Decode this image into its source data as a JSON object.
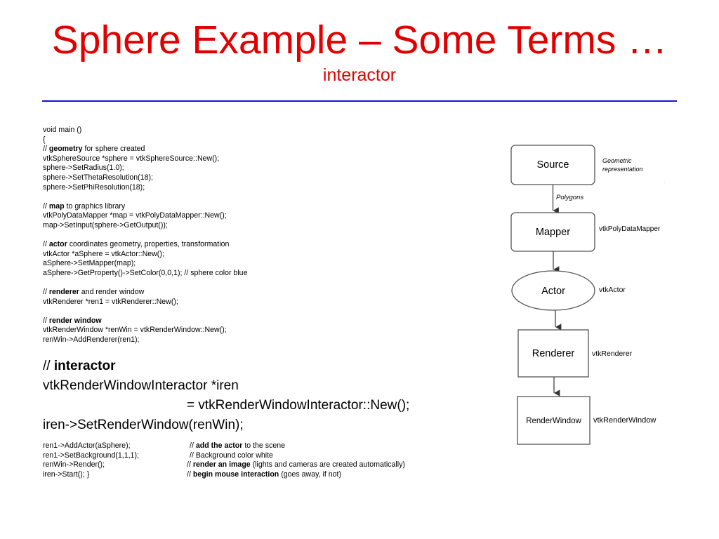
{
  "title": "Sphere Example – Some Terms …",
  "subtitle": "interactor",
  "colors": {
    "title": "#e00000",
    "rule": "#1414c8"
  },
  "code": {
    "block1": [
      "void main ()",
      "{"
    ],
    "geometry_prefix": "// ",
    "geometry_bold": "geometry",
    "geometry_rest": " for sphere created",
    "block2": [
      "vtkSphereSource *sphere = vtkSphereSource::New();",
      "sphere->SetRadius(1.0);",
      "sphere->SetThetaResolution(18);",
      "sphere->SetPhiResolution(18);"
    ],
    "map_prefix": "// ",
    "map_bold": "map",
    "map_rest": " to graphics library",
    "block3": [
      "vtkPolyDataMapper *map = vtkPolyDataMapper::New();",
      "map->SetInput(sphere->GetOutput());"
    ],
    "actor_prefix": "// ",
    "actor_bold": "actor",
    "actor_rest": " coordinates geometry, properties, transformation",
    "block4": [
      "vtkActor *aSphere = vtkActor::New();",
      "aSphere->SetMapper(map);",
      "aSphere->GetProperty()->SetColor(0,0,1); // sphere color blue"
    ],
    "renderer_prefix": "// ",
    "renderer_bold": "renderer",
    "renderer_rest": " and render window",
    "block5": [
      "vtkRenderer *ren1 = vtkRenderer::New();"
    ],
    "window_prefix": "// ",
    "window_bold": "render window",
    "block6": [
      "vtkRenderWindow *renWin = vtkRenderWindow::New();",
      "renWin->AddRenderer(ren1);"
    ]
  },
  "big": {
    "prefix": "// ",
    "bold": "interactor",
    "line1": "vtkRenderWindowInteractor *iren",
    "line2": "= vtkRenderWindowInteractor::New();",
    "line3": "iren->SetRenderWindow(renWin);"
  },
  "tail": [
    {
      "code": "ren1->AddActor(aSphere);",
      "prefix": "// ",
      "bold": "add the actor",
      "rest": " to the scene"
    },
    {
      "code": "ren1->SetBackground(1,1,1);",
      "prefix": "// Background color white",
      "bold": "",
      "rest": ""
    },
    {
      "code": "renWin->Render();",
      "prefix": "// ",
      "bold": "render an image",
      "rest": " (lights and cameras are created automatically)"
    },
    {
      "code": "iren->Start(); }",
      "prefix": "// ",
      "bold": "begin mouse interaction",
      "rest": " (goes away, if not)"
    }
  ],
  "diagram": {
    "source": "Source",
    "source_note_1": "Geometric",
    "source_note_2": "representation",
    "edge": "Polygons",
    "mapper": "Mapper",
    "mapper_note": "vtkPolyDataMapper",
    "actor": "Actor",
    "actor_note": "vtkActor",
    "renderer": "Renderer",
    "renderer_note": "vtkRenderer",
    "window": "RenderWindow",
    "window_note": "vtkRenderWindow"
  }
}
